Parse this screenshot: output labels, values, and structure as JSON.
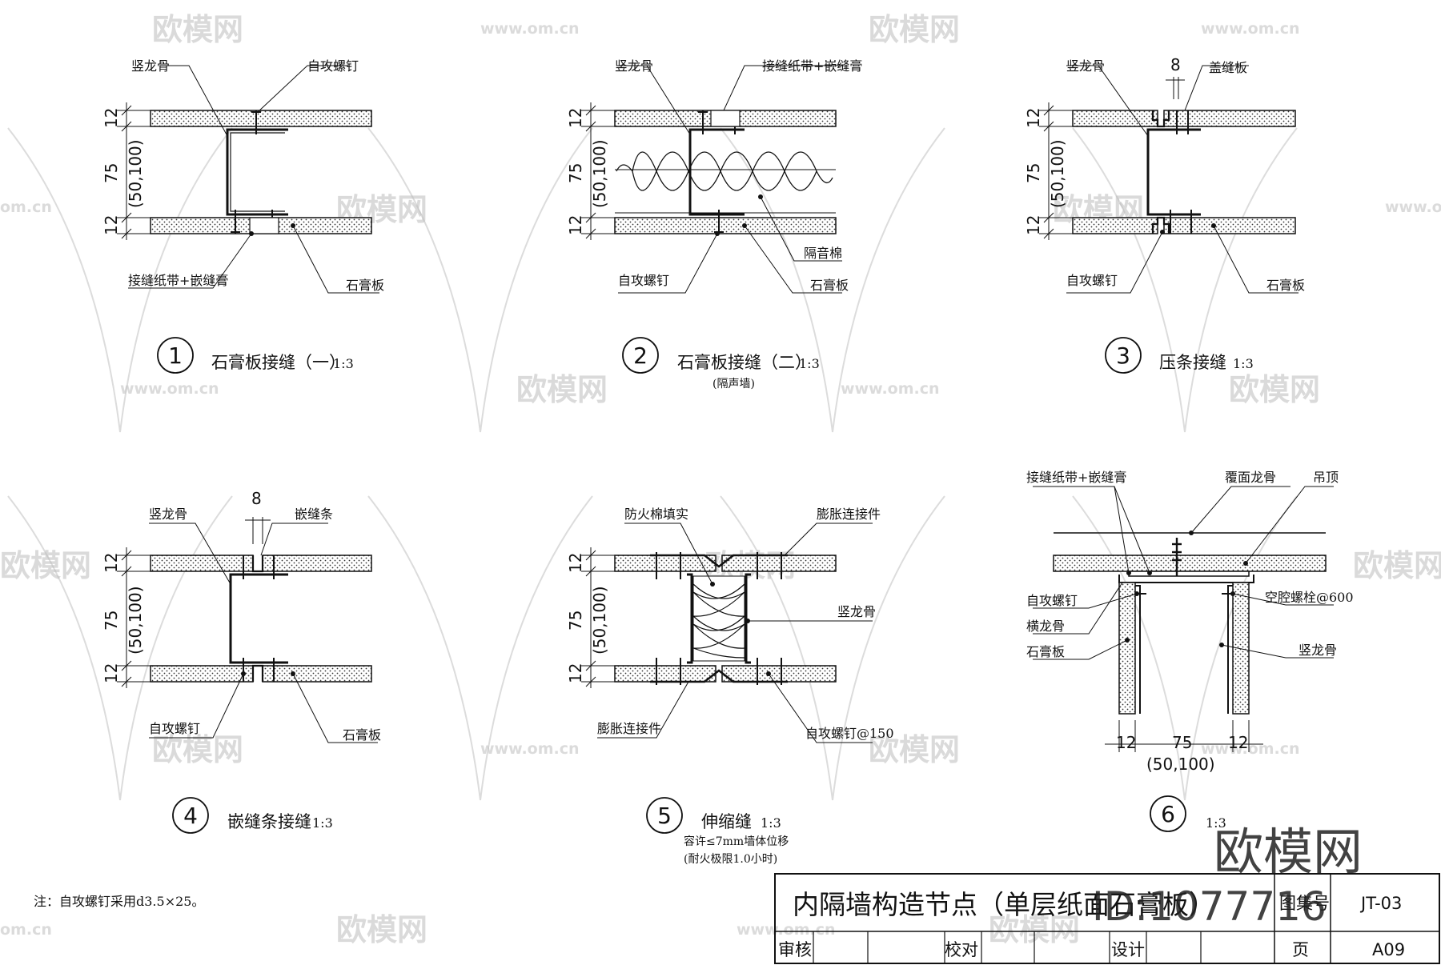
{
  "watermark": {
    "brand": "欧模网",
    "url": "www.om.cn",
    "url_short": "om.cn",
    "id_text": "ID:1077716"
  },
  "note": "注：自攻螺钉采用d3.5×25。",
  "details": [
    {
      "number": "1",
      "title": "石膏板接缝（一）",
      "scale": "1:3",
      "labels": {
        "stud": "竖龙骨",
        "screw": "自攻螺钉",
        "tape": "接缝纸带+嵌缝膏",
        "board": "石膏板"
      },
      "dims": {
        "a": "12",
        "b": "75",
        "c": "(50,100)",
        "d": "12"
      }
    },
    {
      "number": "2",
      "title": "石膏板接缝（二）",
      "scale": "1:3",
      "subtitle": "(隔声墙)",
      "labels": {
        "stud": "竖龙骨",
        "tape": "接缝纸带+嵌缝膏",
        "wool": "隔音棉",
        "screw": "自攻螺钉",
        "board": "石膏板"
      },
      "dims": {
        "a": "12",
        "b": "75",
        "c": "(50,100)",
        "d": "12"
      }
    },
    {
      "number": "3",
      "title": "压条接缝",
      "scale": "1:3",
      "labels": {
        "stud": "竖龙骨",
        "cover": "盖缝板",
        "screw": "自攻螺钉",
        "board": "石膏板"
      },
      "dims": {
        "gap": "8",
        "a": "12",
        "b": "75",
        "c": "(50,100)",
        "d": "12"
      }
    },
    {
      "number": "4",
      "title": "嵌缝条接缝",
      "scale": "1:3",
      "labels": {
        "stud": "竖龙骨",
        "strip": "嵌缝条",
        "screw": "自攻螺钉",
        "board": "石膏板"
      },
      "dims": {
        "gap": "8",
        "a": "12",
        "b": "75",
        "c": "(50,100)",
        "d": "12"
      }
    },
    {
      "number": "5",
      "title": "伸缩缝",
      "scale": "1:3",
      "subtitle": "容许≤7mm墙体位移",
      "subtitle2": "(耐火极限1.0小时)",
      "labels": {
        "fill": "防火棉填实",
        "exp_top": "膨胀连接件",
        "stud": "竖龙骨",
        "exp_bot": "膨胀连接件",
        "screw": "自攻螺钉@150"
      },
      "dims": {
        "a": "12",
        "b": "75",
        "c": "(50,100)",
        "d": "12"
      }
    },
    {
      "number": "6",
      "title": "",
      "scale": "1:3",
      "labels": {
        "tape": "接缝纸带+嵌缝膏",
        "cover_keel": "覆面龙骨",
        "ceiling": "吊顶",
        "screw": "自攻螺钉",
        "track": "横龙骨",
        "board": "石膏板",
        "bolt": "空腔螺栓@600",
        "stud": "竖龙骨"
      },
      "dims": {
        "a": "12",
        "b": "75",
        "d": "12",
        "c": "(50,100)"
      }
    }
  ],
  "title_block": {
    "title": "内隔墙构造节点（单层纸面石膏板）",
    "atlas_label": "图集号",
    "atlas_value": "JT-03",
    "review": "审核",
    "check": "校对",
    "design": "设计",
    "page_label": "页",
    "page_value": "A09"
  }
}
